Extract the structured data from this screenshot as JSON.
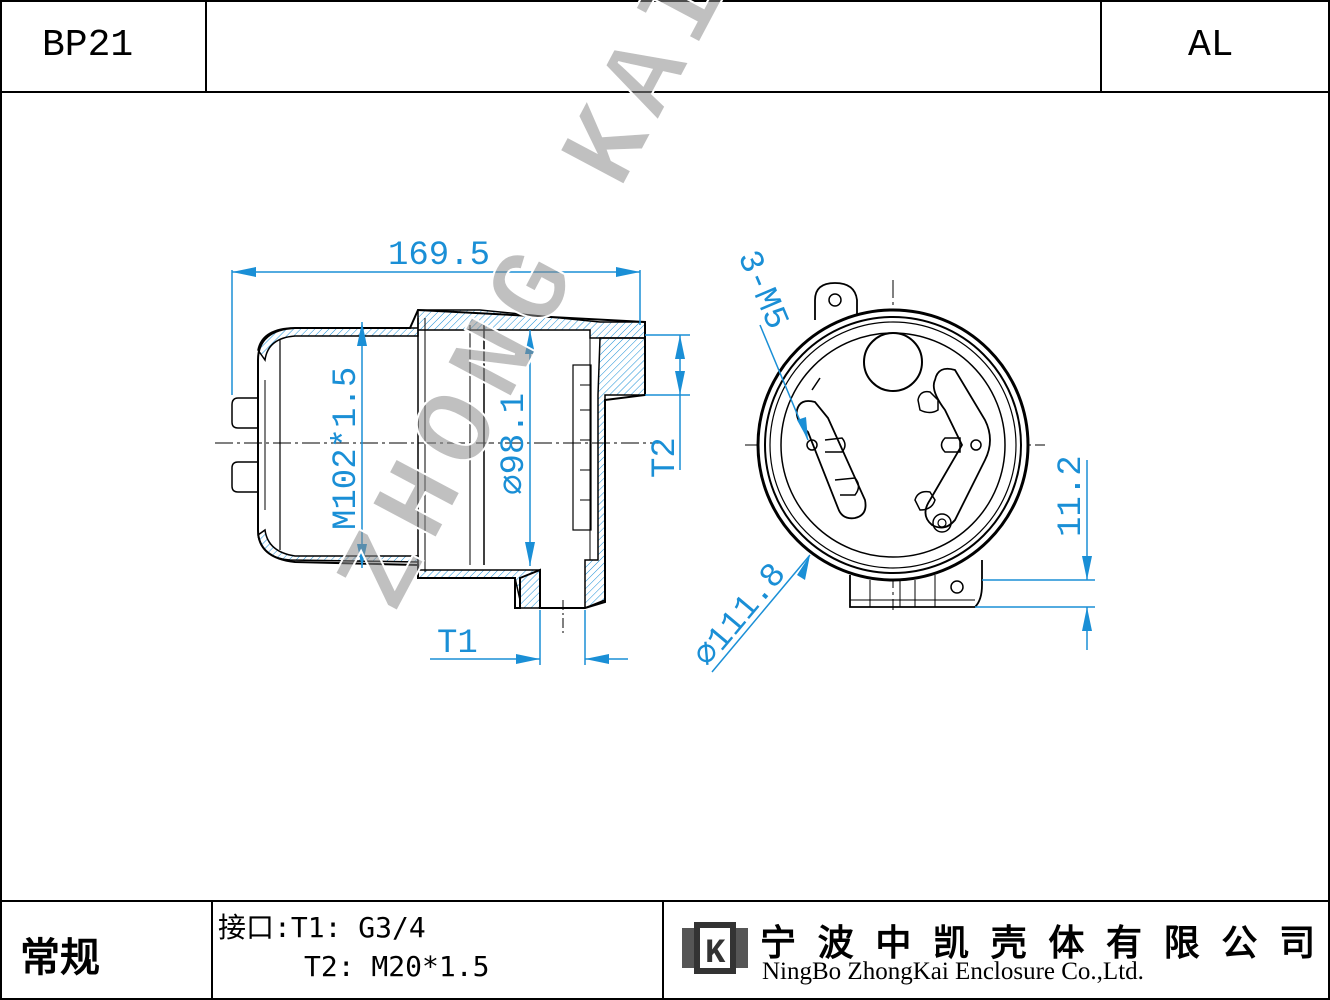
{
  "header": {
    "model": "BP21",
    "material": "AL"
  },
  "watermark": "ZHONG KAI",
  "side_view": {
    "overall_length": "169.5",
    "thread": "M102*1.5",
    "inner_diameter": "⌀98.1",
    "port_t2": "T2",
    "port_t1": "T1"
  },
  "front_view": {
    "holes": "3-M5",
    "outer_diameter": "⌀111.8",
    "offset": "11.2"
  },
  "footer": {
    "type": "常规",
    "ports_label": "接口:T1: G3/4",
    "ports_t2": "T2: M20*1.5",
    "company_cn": "宁 波 中 凯 壳 体 有 限 公 司",
    "company_en": "NingBo ZhongKai Enclosure Co.,Ltd."
  },
  "colors": {
    "dimension": "#1a8fd6",
    "line": "#000000",
    "watermark": "#a8a8a8"
  }
}
